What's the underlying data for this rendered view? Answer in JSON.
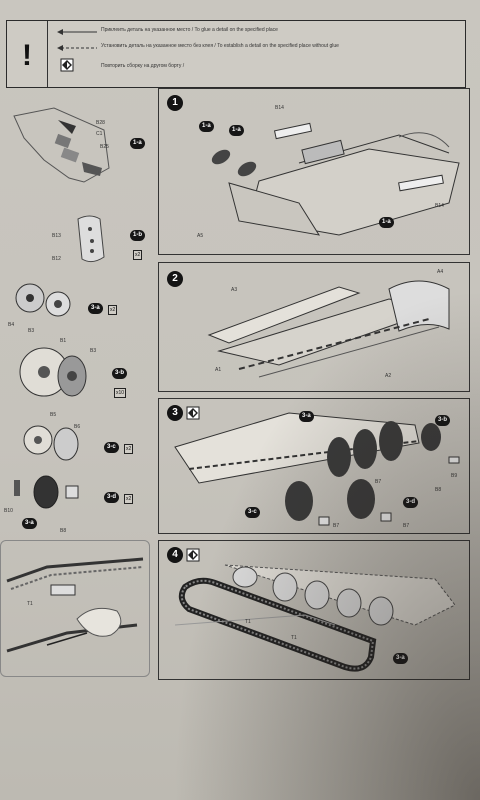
{
  "legend": {
    "rows": [
      {
        "text": "Приклеить деталь на указанное место / To glue a detail on the specified place"
      },
      {
        "text": "Установить деталь на указанное место без клея / To establish a detail on the specified place without glue"
      },
      {
        "text": "Повторить сборку на другом борту /"
      }
    ],
    "warning_icon": "exclamation-icon"
  },
  "steps": [
    {
      "number": "1",
      "labels": [
        "B14",
        "B14",
        "1-a",
        "1-a",
        "1-a",
        "A5"
      ]
    },
    {
      "number": "2",
      "labels": [
        "A3",
        "A4",
        "A1",
        "A2"
      ]
    },
    {
      "number": "3",
      "labels": [
        "3-a",
        "3-b",
        "3-c",
        "3-d",
        "B7",
        "B7",
        "B7",
        "B8",
        "B9"
      ]
    },
    {
      "number": "4",
      "labels": [
        "T1",
        "T1",
        "3-a"
      ]
    }
  ],
  "side": {
    "groups": [
      {
        "tag": "1-a",
        "labels": [
          "B28",
          "C1",
          "B25"
        ]
      },
      {
        "tag": "1-b",
        "mult": "x2",
        "labels": [
          "B13",
          "B12"
        ]
      },
      {
        "tag": "3-a",
        "mult": "x2",
        "labels": [
          "B4",
          "B3"
        ]
      },
      {
        "tag": "3-b",
        "mult": "x10",
        "labels": [
          "B1",
          "B3"
        ]
      },
      {
        "tag": "3-c",
        "mult": "x2",
        "labels": [
          "B5",
          "B6"
        ]
      },
      {
        "tag": "3-d",
        "mult": "x2",
        "labels": [
          "B10",
          "B8",
          "3-a"
        ]
      },
      {
        "tag": "",
        "labels": [
          "T1"
        ]
      }
    ]
  }
}
